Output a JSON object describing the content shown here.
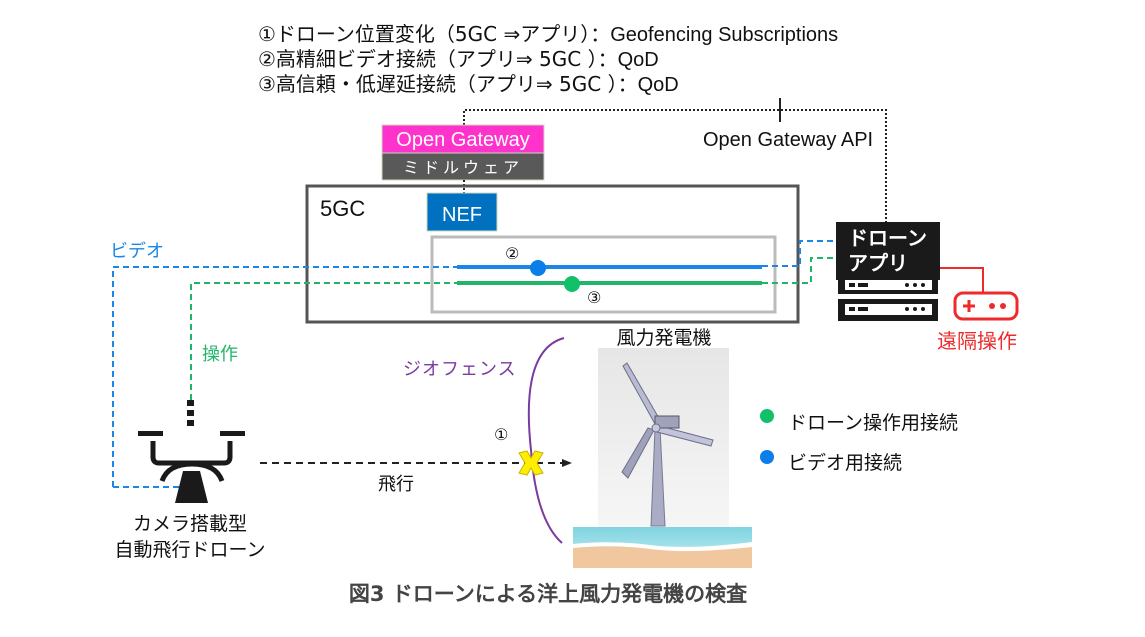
{
  "header_lines": [
    {
      "prefix": "①ドローン位置変化（5GC ⇒アプリ）：",
      "api": "Geofencing Subscriptions"
    },
    {
      "prefix": "②高精細ビデオ接続（アプリ⇒ 5GC ）：",
      "api": "QoD"
    },
    {
      "prefix": "③高信頼・低遅延接続（アプリ⇒ 5GC ）：",
      "api": "QoD"
    }
  ],
  "open_gateway": {
    "label": "Open Gateway",
    "middleware": "ミドルウェア",
    "api_label": "Open Gateway API"
  },
  "core": {
    "label": "5GC",
    "nef": "NEF",
    "marker_video": "②",
    "marker_control": "③"
  },
  "links": {
    "video": "ビデオ",
    "control": "操作",
    "remote": "遠隔操作",
    "flight": "飛行"
  },
  "drone_app": {
    "line1": "ドローン",
    "line2": "アプリ"
  },
  "drone": {
    "line1": "カメラ搭載型",
    "line2": "自動飛行ドローン"
  },
  "geofence": {
    "label": "ジオフェンス",
    "marker": "①"
  },
  "turbine": {
    "label": "風力発電機"
  },
  "legend": [
    {
      "label": "ドローン操作用接続",
      "color": "#12c06a"
    },
    {
      "label": "ビデオ用接続",
      "color": "#0b7ee8"
    }
  ],
  "colors": {
    "video": "#1a86e8",
    "control": "#21b56a",
    "magenta": "#ff33cc",
    "nef": "#0070c0",
    "remote": "#ee2b2b",
    "geofence": "#7a3aa0"
  },
  "caption": "図3  ドローンによる洋上風力発電機の検査"
}
